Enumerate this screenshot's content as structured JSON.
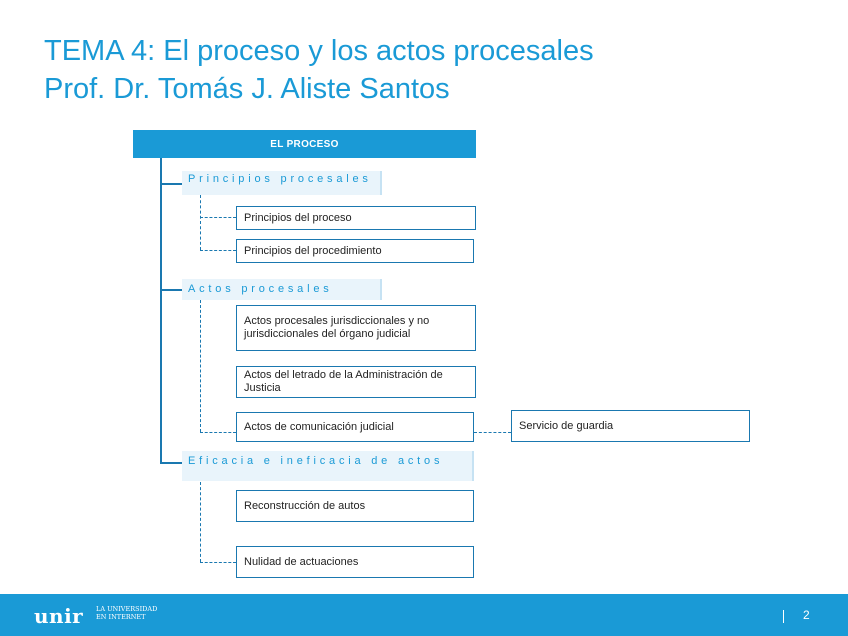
{
  "title": {
    "line1": "TEMA 4: El proceso y los actos procesales",
    "line2": "Prof. Dr. Tomás J. Aliste Santos"
  },
  "diagram": {
    "root": "EL PROCESO",
    "sections": [
      {
        "label": "Principios procesales",
        "items": [
          "Principios del proceso",
          "Principios del procedimiento"
        ]
      },
      {
        "label": "Actos procesales",
        "items": [
          "Actos procesales jurisdiccionales y no jurisdiccionales del órgano judicial",
          "Actos del letrado de la Administración de Justicia",
          "Actos de comunicación judicial"
        ]
      },
      {
        "label": "Eficacia e ineficacia de actos",
        "items": [
          "Reconstrucción de autos",
          "Nulidad de actuaciones"
        ]
      }
    ],
    "extra": "Servicio de guardia"
  },
  "footer": {
    "logo": "unir",
    "logo_sub_1": "LA UNIVERSIDAD",
    "logo_sub_2": "EN INTERNET",
    "page": "2"
  }
}
